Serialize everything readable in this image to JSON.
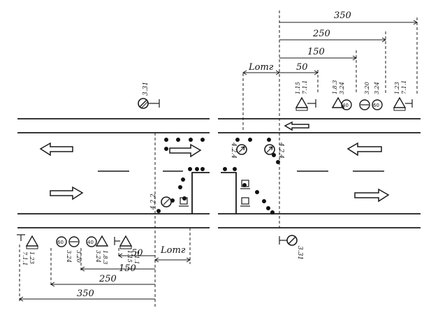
{
  "dims_top": {
    "d350": "350",
    "d250": "250",
    "d150": "150",
    "d50": "50",
    "lotr": "Lотг"
  },
  "dims_bottom": {
    "d350": "350",
    "d250": "250",
    "d150": "150",
    "d50": "50",
    "lotr": "Lотг"
  },
  "codes": {
    "pole_top_left": "3.31",
    "pole_bottom_right": "3.31",
    "arrow_sign_top": "4.2.4",
    "arrow_sign_bottom": "4.2.2",
    "top_group": [
      {
        "a": "1.15",
        "b": "7.1.1"
      },
      {
        "a": "1.8.3",
        "b": "3.24"
      },
      {
        "a": "3.20",
        "b": "3.24"
      },
      {
        "a": "1.23",
        "b": "7.1.1"
      }
    ],
    "bottom_group": [
      {
        "a": "1.23",
        "b": "7.1.1"
      },
      {
        "a": "3.20",
        "b": "3.24"
      },
      {
        "a": "1.8.3",
        "b": "3.24"
      },
      {
        "a": "1.15",
        "b": "7.1.1"
      }
    ]
  },
  "sign_values": {
    "speed_top_1": "40",
    "speed_top_2": "60",
    "speed_bottom_1": "60",
    "speed_bottom_2": "40"
  },
  "colors": {
    "ink": "#1a1a1a",
    "background": "#ffffff"
  }
}
